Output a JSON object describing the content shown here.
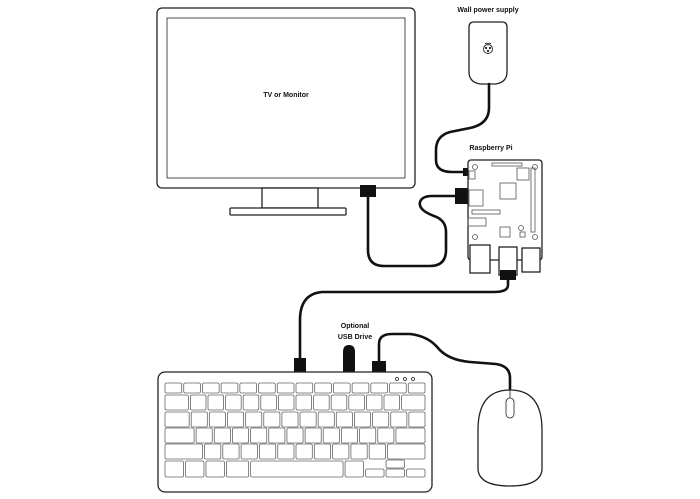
{
  "labels": {
    "monitor": "TV or Monitor",
    "power_supply": "Wall power supply",
    "raspberry_pi": "Raspberry Pi",
    "usb_drive_line1": "Optional",
    "usb_drive_line2": "USB Drive"
  },
  "keyboard": {
    "rows": [
      14,
      14,
      14,
      13,
      12,
      9
    ]
  },
  "colors": {
    "line": "#222222",
    "cable": "#111111",
    "background": "#ffffff"
  }
}
